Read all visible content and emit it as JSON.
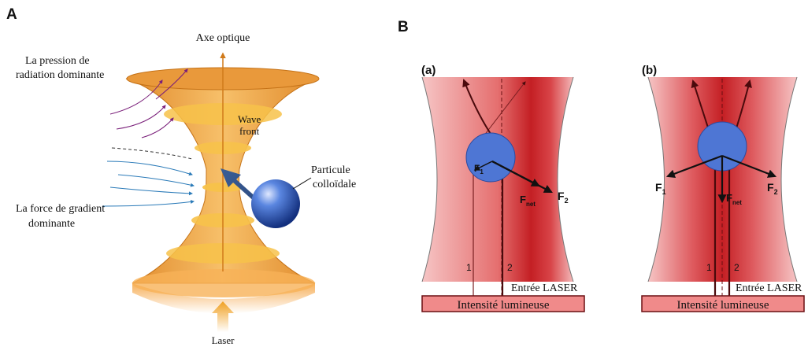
{
  "panel_a": {
    "letter": "A",
    "axis_label": "Axe optique",
    "pressure_label_1": "La pression de",
    "pressure_label_2": "radiation dominante",
    "wave_front_1": "Wave",
    "wave_front_2": "front",
    "particle_label_1": "Particule",
    "particle_label_2": "colloïdale",
    "gradient_label_1": "La force de gradient",
    "gradient_label_2": "dominante",
    "laser_label": "Laser"
  },
  "panel_b": {
    "letter": "B",
    "sub_a": {
      "tag": "(a)",
      "f1": "F",
      "f1_sub": "1",
      "f2": "F",
      "f2_sub": "2",
      "fnet": "F",
      "fnet_sub": "net",
      "ray1": "1",
      "ray2": "2",
      "entry_label": "Entrée LASER",
      "intensity_label": "Intensité lumineuse"
    },
    "sub_b": {
      "tag": "(b)",
      "f1": "F",
      "f1_sub": "1",
      "f2": "F",
      "f2_sub": "2",
      "fnet": "F",
      "fnet_sub": "net",
      "ray1": "1",
      "ray2": "2",
      "entry_label": "Entrée LASER",
      "intensity_label": "Intensité lumineuse"
    }
  },
  "colors": {
    "beam_orange": "#f2a23a",
    "beam_dark": "#d07a1a",
    "red_beam": "#c8282c",
    "particle_blue": "#2f55b8",
    "pressure_arrows": "#7a1f7a",
    "gradient_arrows": "#2a7ab8",
    "bar_fill": "#f08a8a"
  }
}
